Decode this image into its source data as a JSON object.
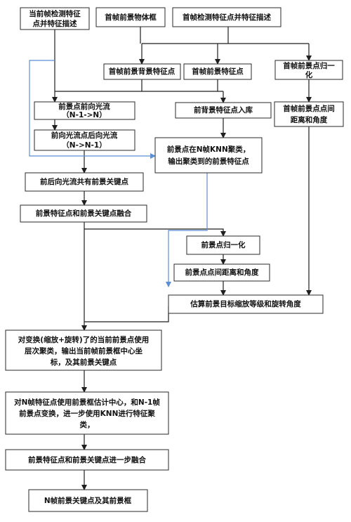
{
  "nodes": {
    "cur_frame_detect": {
      "lines": [
        "当前帧检测特征",
        "点并特征描述"
      ]
    },
    "first_frame_fg_box": {
      "lines": [
        "首帧前景物体框"
      ]
    },
    "first_frame_detect": {
      "lines": [
        "首帧检测特征点并特征描述"
      ]
    },
    "first_frame_fg_bg_pts": {
      "lines": [
        "首帧前景背景特征点"
      ]
    },
    "first_frame_fg_pts": {
      "lines": [
        "首帧前景特征点"
      ]
    },
    "first_frame_fg_normalize": {
      "lines": [
        "首帧前景点归一",
        "化"
      ]
    },
    "fg_forward_flow": {
      "lines": [
        "前景点前向光流",
        "（N-1->N）"
      ]
    },
    "fg_bg_pts_store": {
      "lines": [
        "前背景特征点入库"
      ]
    },
    "first_frame_dist_angle": {
      "lines": [
        "首帧前景点点间",
        "距离和角度"
      ]
    },
    "fwd_pts_backward_flow": {
      "lines": [
        "前向光流点后向光流",
        "（N->N-1）"
      ]
    },
    "knn_cluster": {
      "lines": [
        "前景点在N帧KNN聚类，",
        "输出聚类到的前景特征点"
      ]
    },
    "shared_keypoints": {
      "lines": [
        "前后向光流共有前景关键点"
      ]
    },
    "fusion": {
      "lines": [
        "前景特征点和前景关键点融合"
      ]
    },
    "fg_normalize": {
      "lines": [
        "前景点归一化"
      ]
    },
    "fg_dist_angle": {
      "lines": [
        "前景点点间距离和角度"
      ]
    },
    "estimate_scale_rot": {
      "lines": [
        "估算前景目标缩放等级和旋转角度"
      ]
    },
    "hier_cluster": {
      "lines": [
        "对变换(缩放+旋转)了的当前前景点使用",
        "层次聚类，输出当前帧前景框中心坐",
        "标，及其前景关键点"
      ]
    },
    "knn_refine": {
      "lines": [
        "对N帧特征点使用前景框估计中心，和N-1帧",
        "前景点变换，进一步使用KNN进行特征聚",
        "类，"
      ]
    },
    "further_fusion": {
      "lines": [
        "前景特征点和前景关键点进一步融合"
      ]
    },
    "output": {
      "lines": [
        "N帧前景关键点及其前景框"
      ]
    }
  },
  "colors": {
    "edge": "#1f1f1f",
    "feedback_edge": "#5b8fd6",
    "box_stroke": "#2a2a2a"
  }
}
